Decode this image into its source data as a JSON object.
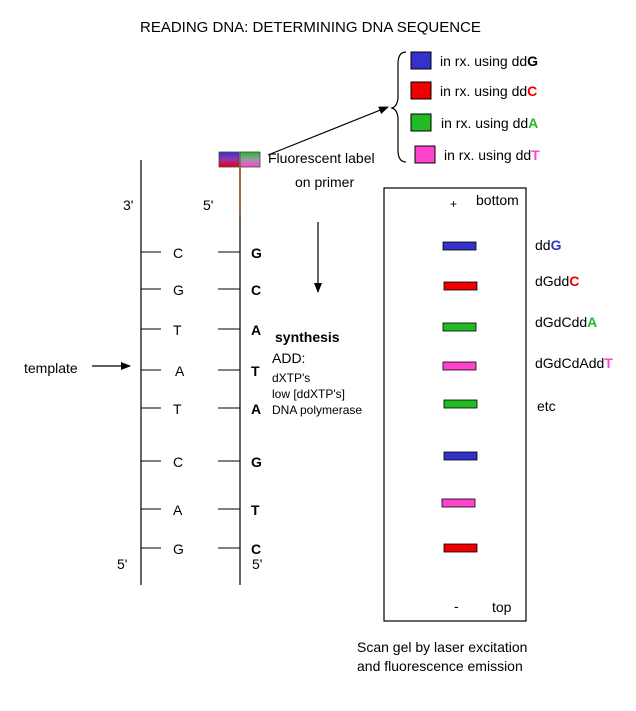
{
  "title": "READING DNA:  DETERMINING DNA SEQUENCE",
  "colors": {
    "G": "#3333cc",
    "C": "#ee0000",
    "A": "#22bb22",
    "T": "#ff44cc",
    "arrow": "#000000",
    "stem": "#aa6633"
  },
  "legend": [
    {
      "base": "G",
      "prefix": "in rx. using dd",
      "letter": "G",
      "color": "#3333cc"
    },
    {
      "base": "C",
      "prefix": "in rx. using dd",
      "letter": "C",
      "color": "#ee0000"
    },
    {
      "base": "A",
      "prefix": "in rx. using dd",
      "letter": "A",
      "color": "#22bb22"
    },
    {
      "base": "T",
      "prefix": "in rx. using dd",
      "letter": "T",
      "color": "#ff44cc"
    }
  ],
  "label_text": {
    "line1": "Fluorescent label",
    "line2": "on primer"
  },
  "strand_ends": {
    "template_top": "3'",
    "template_bottom": "5'",
    "new_top": "5'",
    "new_bottom": "5'"
  },
  "template_label": "template",
  "pairs": [
    {
      "template": "C",
      "new": "G"
    },
    {
      "template": "G",
      "new": "C"
    },
    {
      "template": "T",
      "new": "A"
    },
    {
      "template": "A",
      "new": "T"
    },
    {
      "template": "T",
      "new": "A"
    },
    {
      "template": "C",
      "new": "G"
    },
    {
      "template": "A",
      "new": "T"
    },
    {
      "template": "G",
      "new": "C"
    }
  ],
  "synthesis": {
    "heading": "synthesis",
    "add": "ADD:",
    "items": [
      "dXTP's",
      "low [ddXTP's]",
      "DNA polymerase"
    ]
  },
  "gel": {
    "top_sign": "+",
    "top_label": "bottom",
    "bottom_sign": "-",
    "bottom_label": "top",
    "bands": [
      {
        "base": "G",
        "color": "#3333cc"
      },
      {
        "base": "C",
        "color": "#ee0000"
      },
      {
        "base": "A",
        "color": "#22bb22"
      },
      {
        "base": "T",
        "color": "#ff44cc"
      },
      {
        "base": "A",
        "color": "#22bb22"
      },
      {
        "base": "G",
        "color": "#3333cc"
      },
      {
        "base": "T",
        "color": "#ff44cc"
      },
      {
        "base": "C",
        "color": "#ee0000"
      }
    ]
  },
  "band_labels": [
    {
      "prefix": "dd",
      "letter": "G",
      "color": "#3333cc"
    },
    {
      "prefix": "dGdd",
      "letter": "C",
      "color": "#ee0000"
    },
    {
      "prefix": "dGdCdd",
      "letter": "A",
      "color": "#22bb22"
    },
    {
      "prefix": "dGdCdAdd",
      "letter": "T",
      "color": "#ff44cc"
    },
    {
      "prefix": "etc",
      "letter": "",
      "color": "#000000"
    }
  ],
  "scan": {
    "line1": "Scan gel by laser excitation",
    "line2": "and fluorescence emission"
  }
}
